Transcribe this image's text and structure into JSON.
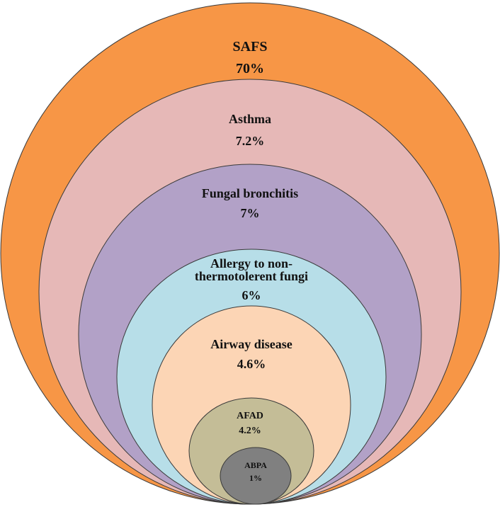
{
  "diagram": {
    "layers": [
      {
        "id": "safs",
        "label": "SAFS",
        "value": "70%",
        "color": "#F79646"
      },
      {
        "id": "asthma",
        "label": "Asthma",
        "value": "7.2%",
        "color": "#E6B8B7"
      },
      {
        "id": "fungal_bronchitis",
        "label": "Fungal bronchitis",
        "value": "7%",
        "color": "#B2A1C7"
      },
      {
        "id": "allergy",
        "label_line1": "Allergy to non-",
        "label_line2": "thermotolerent fungi",
        "value": "6%",
        "color": "#B7DEE8"
      },
      {
        "id": "airway_disease",
        "label": "Airway disease",
        "value": "4.6%",
        "color": "#FCD5B5"
      },
      {
        "id": "afad",
        "label": "AFAD",
        "value": "4.2%",
        "color": "#C4BD97"
      },
      {
        "id": "abpa",
        "label": "ABPA",
        "value": "1%",
        "color": "#808080"
      }
    ],
    "outline_color": "#3a3a3a"
  }
}
